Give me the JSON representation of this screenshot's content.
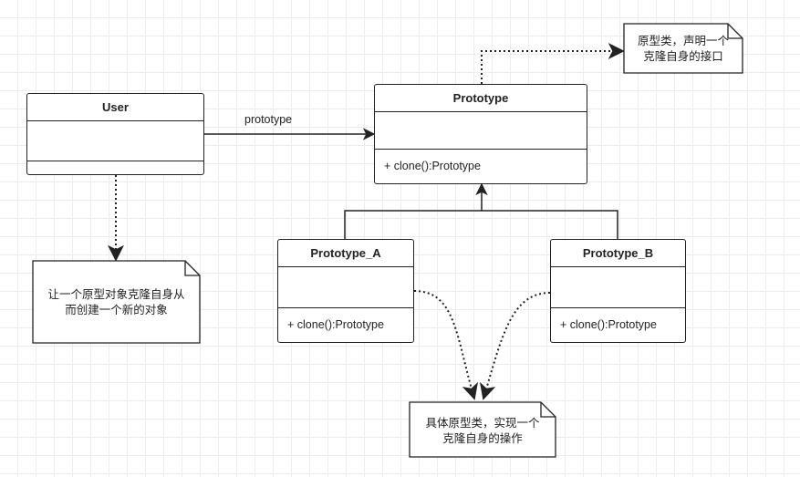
{
  "classes": {
    "user": {
      "name": "User",
      "method": ""
    },
    "prototype": {
      "name": "Prototype",
      "method": "+ clone():Prototype"
    },
    "prototype_a": {
      "name": "Prototype_A",
      "method": "+ clone():Prototype"
    },
    "prototype_b": {
      "name": "Prototype_B",
      "method": "+ clone():Prototype"
    }
  },
  "notes": {
    "prototype_note": {
      "line1": "原型类，声明一个",
      "line2": "克隆自身的接口"
    },
    "user_note": {
      "line1": "让一个原型对象克隆自身从",
      "line2": "而创建一个新的对象"
    },
    "concrete_note": {
      "line1": "具体原型类，实现一个",
      "line2": "克隆自身的操作"
    }
  },
  "edges": {
    "user_to_prototype_label": "prototype"
  },
  "colors": {
    "stroke": "#222222",
    "grid": "#ececec",
    "background": "#ffffff"
  }
}
